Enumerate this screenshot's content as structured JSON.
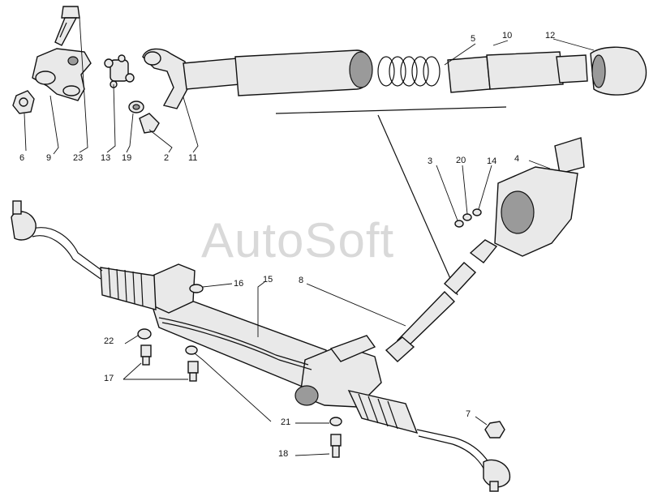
{
  "watermark": "AutoSoft",
  "callouts": [
    {
      "id": "c5",
      "text": "5"
    },
    {
      "id": "c10",
      "text": "10"
    },
    {
      "id": "c12",
      "text": "12"
    },
    {
      "id": "c6",
      "text": "6"
    },
    {
      "id": "c9",
      "text": "9"
    },
    {
      "id": "c23",
      "text": "23"
    },
    {
      "id": "c13",
      "text": "13"
    },
    {
      "id": "c19",
      "text": "19"
    },
    {
      "id": "c2",
      "text": "2"
    },
    {
      "id": "c11",
      "text": "11"
    },
    {
      "id": "c3",
      "text": "3"
    },
    {
      "id": "c20",
      "text": "20"
    },
    {
      "id": "c14",
      "text": "14"
    },
    {
      "id": "c4",
      "text": "4"
    },
    {
      "id": "c16",
      "text": "16"
    },
    {
      "id": "c15",
      "text": "15"
    },
    {
      "id": "c8",
      "text": "8"
    },
    {
      "id": "c22",
      "text": "22"
    },
    {
      "id": "c17",
      "text": "17"
    },
    {
      "id": "c21",
      "text": "21"
    },
    {
      "id": "c18",
      "text": "18"
    },
    {
      "id": "c7",
      "text": "7"
    }
  ]
}
